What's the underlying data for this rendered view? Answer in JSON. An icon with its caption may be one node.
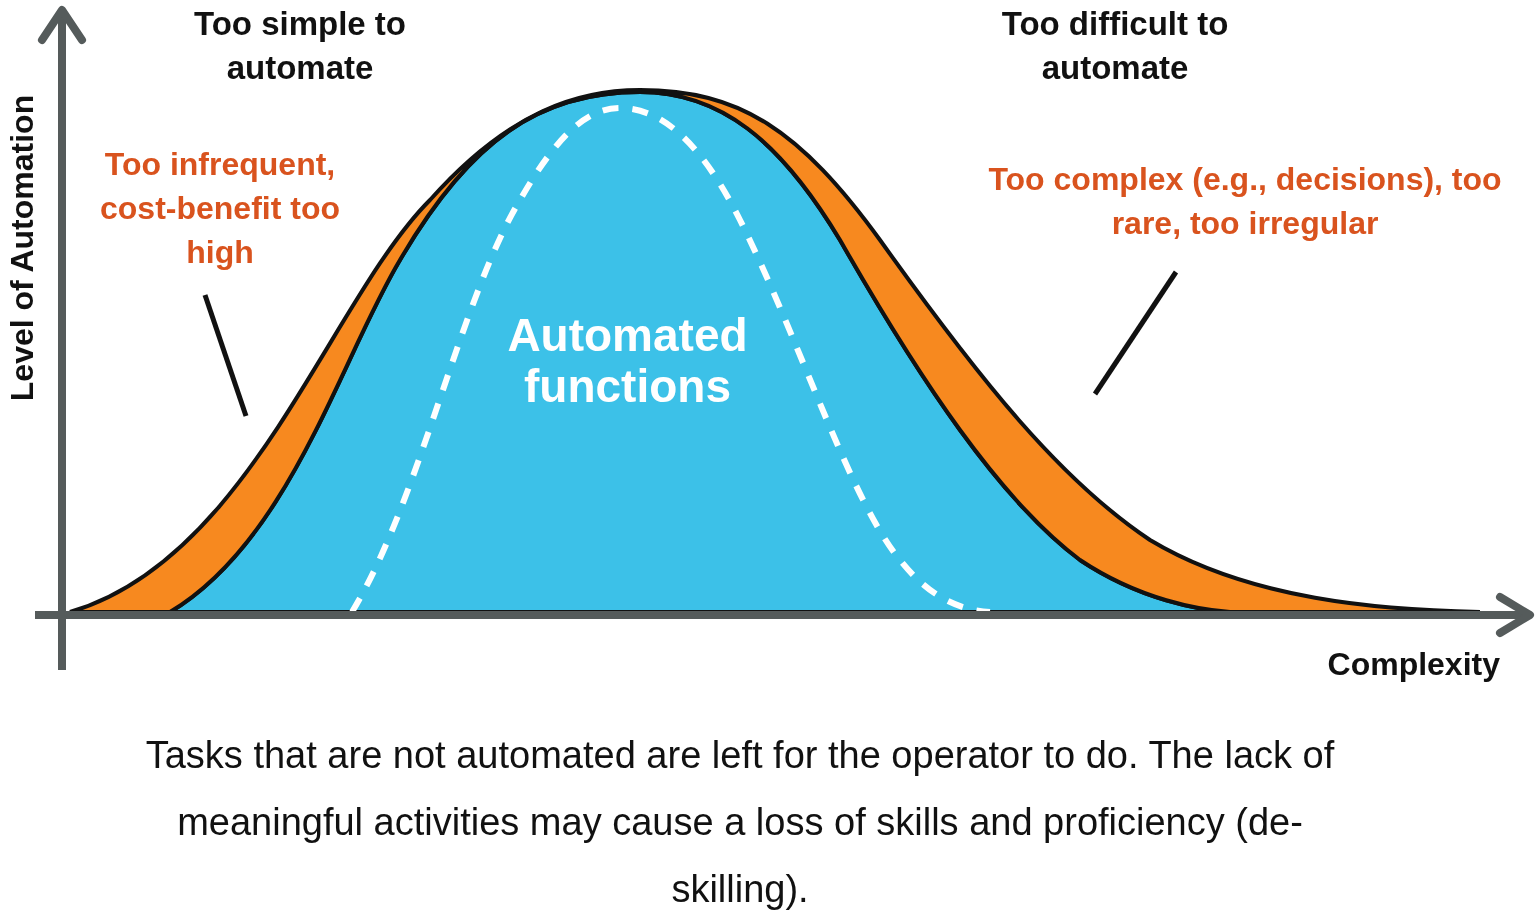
{
  "diagram": {
    "caption": "Tasks that are not automated are left for the operator to do. The lack of meaningful activities may cause a loss of skills and proficiency (de-skilling).",
    "nodes": [
      {
        "text": [
          "Too infrequent, cost-benefit too high"
        ]
      },
      {
        "text": [],
        "shape": "band"
      },
      {
        "text": [
          "Too complex (e.g., decisions), too rare, too irregular"
        ]
      },
      {
        "text": [],
        "shape": "band"
      }
    ],
    "edges": [
      {
        "from": 0,
        "to": 1,
        "arrow": "none"
      },
      {
        "from": 2,
        "to": 3,
        "arrow": "none"
      }
    ],
    "labels": [
      "Too simple to automate",
      "Too difficult to automate",
      "Level of Automation",
      "Automated functions",
      "Complexity"
    ]
  }
}
